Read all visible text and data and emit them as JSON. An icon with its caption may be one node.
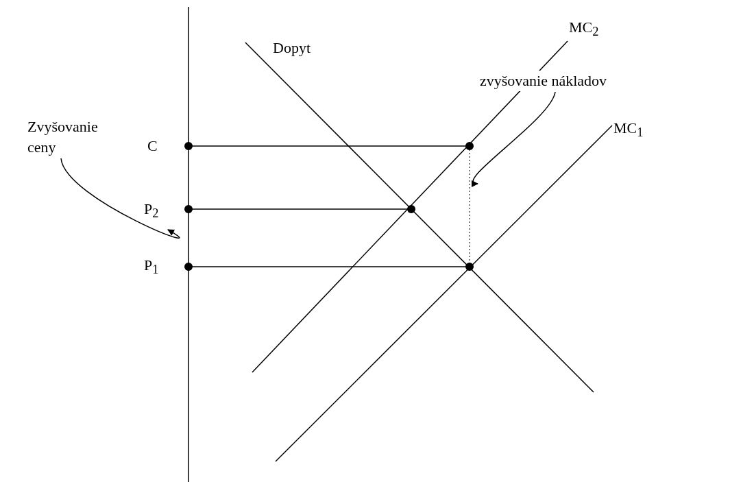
{
  "diagram": {
    "nodes": [
      {
        "text": [
          "zvyšovanie nákladov"
        ]
      },
      {
        "text": [
          "Zvyšovanie ceny"
        ]
      }
    ],
    "edges": [
      {
        "from": 0,
        "to": null,
        "arrow": "to"
      },
      {
        "from": 1,
        "to": null,
        "arrow": "to"
      }
    ],
    "labels": [
      "Dopyt",
      "MC$_{2}$",
      "MC$_{1}$",
      "C",
      "P$_{2}$",
      "P$_{1}$"
    ]
  }
}
